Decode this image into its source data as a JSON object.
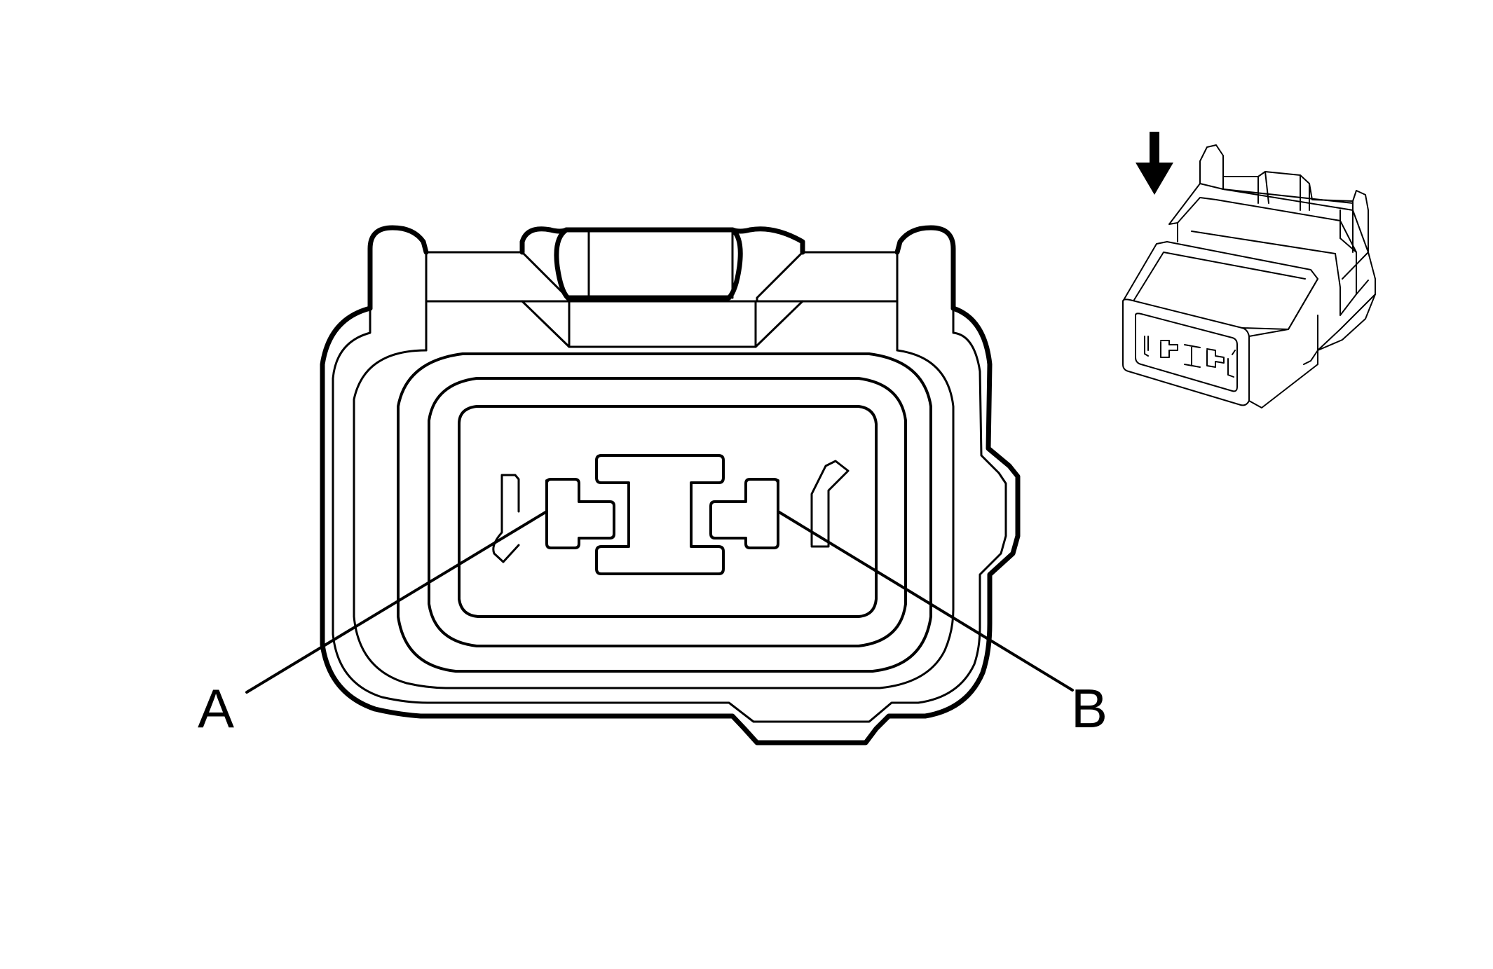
{
  "diagram": {
    "callouts": [
      {
        "id": "A",
        "label": "A"
      },
      {
        "id": "B",
        "label": "B"
      }
    ],
    "colors": {
      "line": "#000000",
      "background": "#ffffff"
    },
    "icons": {
      "view_direction": "arrow-down-icon"
    }
  }
}
